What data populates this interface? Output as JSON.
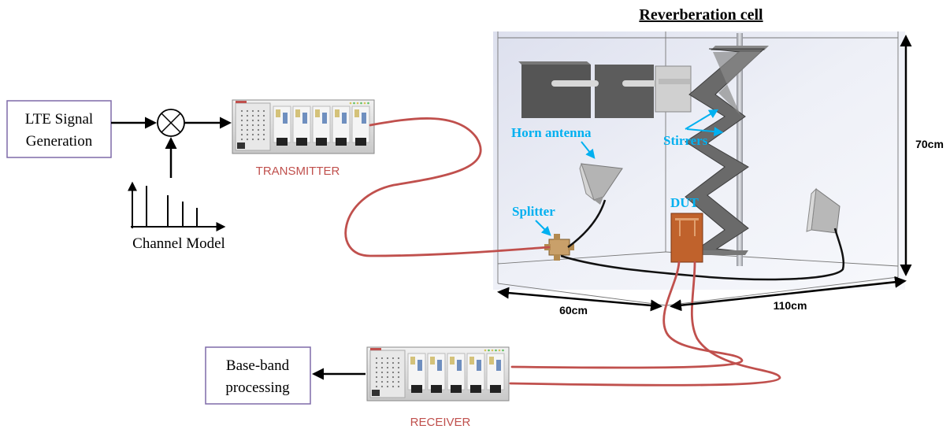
{
  "blocks": {
    "lte_signal": [
      "LTE Signal",
      "Generation"
    ],
    "baseband": [
      "Base-band",
      "processing"
    ],
    "channel_model": "Channel Model"
  },
  "instruments": {
    "transmitter": "TRANSMITTER",
    "receiver": "RECEIVER"
  },
  "chamber": {
    "title": "Reverberation cell",
    "horn_antenna": "Horn antenna",
    "stirrers": "Stirrers",
    "splitter": "Splitter",
    "dut": "DUT"
  },
  "dimensions": {
    "width": "60cm",
    "depth": "110cm",
    "height": "70cm"
  },
  "colors": {
    "cable": "#c0504d",
    "annotation": "#00b0f0",
    "instrument_label": "#c0504d",
    "block_border": "#7f6aa9",
    "dut": "#c0622c",
    "copper": "#c9a06a"
  },
  "icons": {
    "mixer": "multiplier-circle-icon",
    "channel_impulses": "impulse-response-icon",
    "instrument": "pxi-chassis-icon"
  }
}
